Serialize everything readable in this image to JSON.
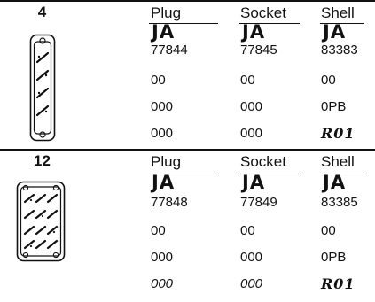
{
  "sections": [
    {
      "pin_count": "4",
      "headers": {
        "plug": "Plug",
        "socket": "Socket",
        "shell": "Shell"
      },
      "handwritten": {
        "plug": "JA",
        "socket": "JA",
        "shell": "JA"
      },
      "rows": [
        {
          "plug": "77844",
          "socket": "77845",
          "shell": "83383"
        },
        {
          "plug": "00",
          "socket": "00",
          "shell": "00"
        },
        {
          "plug": "000",
          "socket": "000",
          "shell": "0PB"
        },
        {
          "plug": "000",
          "socket": "000",
          "shell": "R01"
        }
      ]
    },
    {
      "pin_count": "12",
      "headers": {
        "plug": "Plug",
        "socket": "Socket",
        "shell": "Shell"
      },
      "handwritten": {
        "plug": "JA",
        "socket": "JA",
        "shell": "JA"
      },
      "rows": [
        {
          "plug": "77848",
          "socket": "77849",
          "shell": "83385"
        },
        {
          "plug": "00",
          "socket": "00",
          "shell": "00"
        },
        {
          "plug": "000",
          "socket": "000",
          "shell": "0PB"
        },
        {
          "plug": "000",
          "socket": "000",
          "shell": "R01"
        }
      ]
    }
  ]
}
